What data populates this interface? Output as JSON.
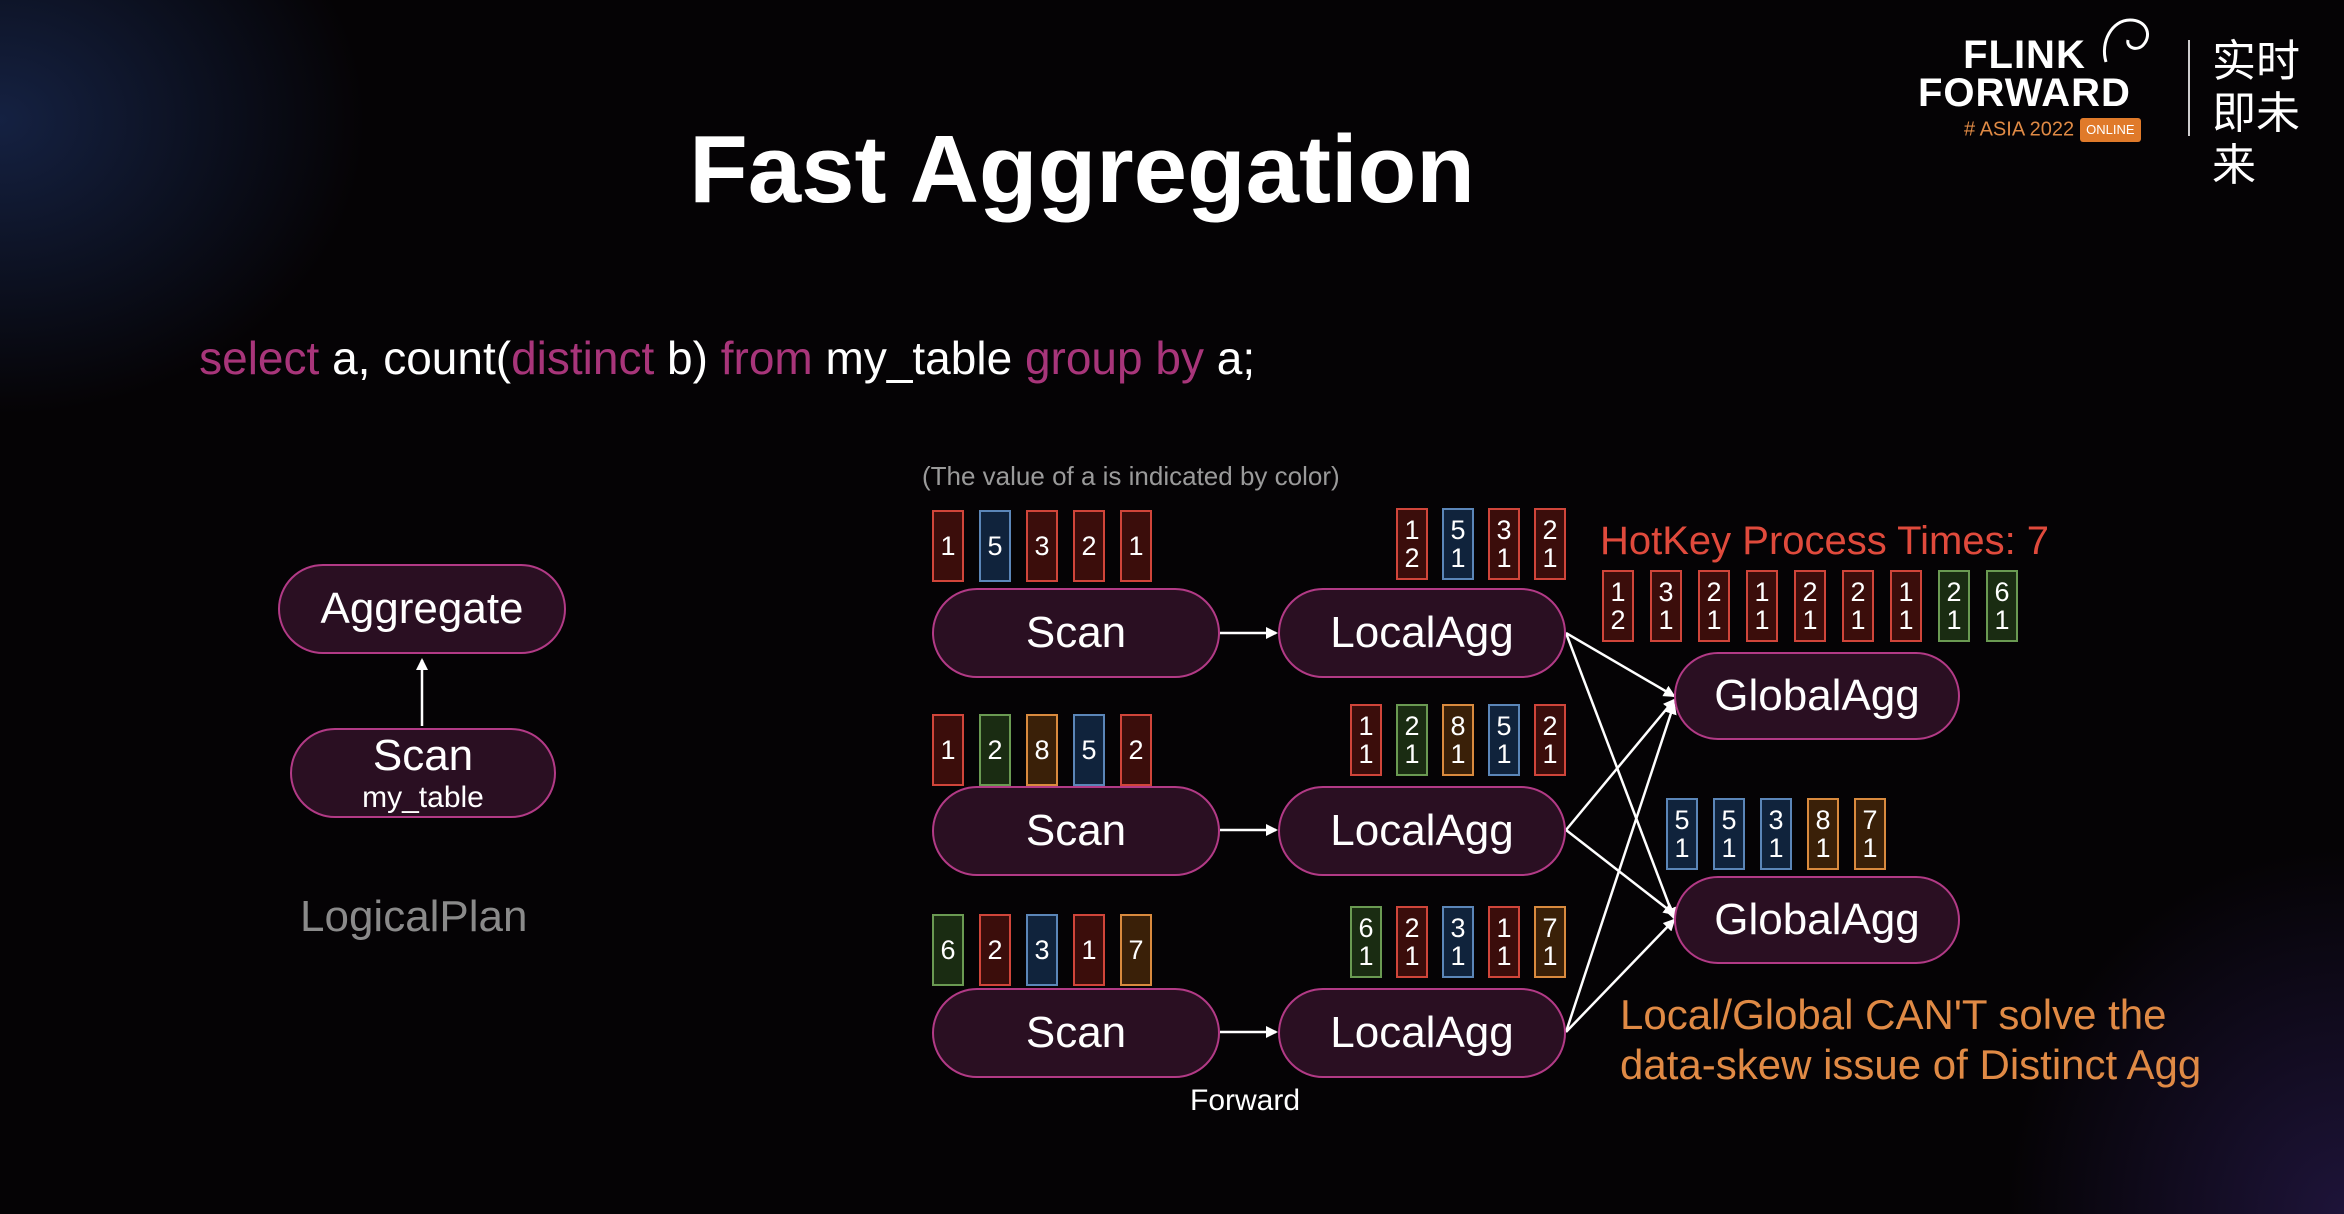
{
  "title": "Fast Aggregation",
  "sql": [
    {
      "t": "select",
      "kw": true
    },
    {
      "t": " a, count(",
      "kw": false
    },
    {
      "t": "distinct",
      "kw": true
    },
    {
      "t": " b) ",
      "kw": false
    },
    {
      "t": "from",
      "kw": true
    },
    {
      "t": " my_table ",
      "kw": false
    },
    {
      "t": "group by",
      "kw": true
    },
    {
      "t": " a;",
      "kw": false
    }
  ],
  "note": "(The value of a is indicated by color)",
  "logical": {
    "aggregate": "Aggregate",
    "scan": "Scan",
    "scan_sub": "my_table",
    "caption": "LogicalPlan"
  },
  "physical": {
    "scan_label": "Scan",
    "local_label": "LocalAgg",
    "global_label": "GlobalAgg",
    "forward_label": "Forward"
  },
  "hotkey": "HotKey Process Times: 7",
  "warning_line1": "Local/Global CAN'T solve the",
  "warning_line2": "data-skew issue of Distinct Agg",
  "colors": {
    "red": "#d0453a",
    "blue": "#5b86b8",
    "green": "#6a9a52",
    "orange": "#d98a3e",
    "node_border": "#b23a86",
    "keyword": "#a8357a"
  },
  "scan_inputs": [
    [
      {
        "v": [
          "1"
        ],
        "c": "red"
      },
      {
        "v": [
          "5"
        ],
        "c": "blue"
      },
      {
        "v": [
          "3"
        ],
        "c": "red"
      },
      {
        "v": [
          "2"
        ],
        "c": "red"
      },
      {
        "v": [
          "1"
        ],
        "c": "red"
      }
    ],
    [
      {
        "v": [
          "1"
        ],
        "c": "red"
      },
      {
        "v": [
          "2"
        ],
        "c": "green"
      },
      {
        "v": [
          "8"
        ],
        "c": "orange"
      },
      {
        "v": [
          "5"
        ],
        "c": "blue"
      },
      {
        "v": [
          "2"
        ],
        "c": "red"
      }
    ],
    [
      {
        "v": [
          "6"
        ],
        "c": "green"
      },
      {
        "v": [
          "2"
        ],
        "c": "red"
      },
      {
        "v": [
          "3"
        ],
        "c": "blue"
      },
      {
        "v": [
          "1"
        ],
        "c": "red"
      },
      {
        "v": [
          "7"
        ],
        "c": "orange"
      }
    ]
  ],
  "local_outputs": [
    [
      {
        "v": [
          "1",
          "2"
        ],
        "c": "red"
      },
      {
        "v": [
          "5",
          "1"
        ],
        "c": "blue"
      },
      {
        "v": [
          "3",
          "1"
        ],
        "c": "red"
      },
      {
        "v": [
          "2",
          "1"
        ],
        "c": "red"
      }
    ],
    [
      {
        "v": [
          "1",
          "1"
        ],
        "c": "red"
      },
      {
        "v": [
          "2",
          "1"
        ],
        "c": "green"
      },
      {
        "v": [
          "8",
          "1"
        ],
        "c": "orange"
      },
      {
        "v": [
          "5",
          "1"
        ],
        "c": "blue"
      },
      {
        "v": [
          "2",
          "1"
        ],
        "c": "red"
      }
    ],
    [
      {
        "v": [
          "6",
          "1"
        ],
        "c": "green"
      },
      {
        "v": [
          "2",
          "1"
        ],
        "c": "red"
      },
      {
        "v": [
          "3",
          "1"
        ],
        "c": "blue"
      },
      {
        "v": [
          "1",
          "1"
        ],
        "c": "red"
      },
      {
        "v": [
          "7",
          "1"
        ],
        "c": "orange"
      }
    ]
  ],
  "global_inputs": [
    [
      {
        "v": [
          "1",
          "2"
        ],
        "c": "red"
      },
      {
        "v": [
          "3",
          "1"
        ],
        "c": "red"
      },
      {
        "v": [
          "2",
          "1"
        ],
        "c": "red"
      },
      {
        "v": [
          "1",
          "1"
        ],
        "c": "red"
      },
      {
        "v": [
          "2",
          "1"
        ],
        "c": "red"
      },
      {
        "v": [
          "2",
          "1"
        ],
        "c": "red"
      },
      {
        "v": [
          "1",
          "1"
        ],
        "c": "red"
      },
      {
        "v": [
          "2",
          "1"
        ],
        "c": "green"
      },
      {
        "v": [
          "6",
          "1"
        ],
        "c": "green"
      }
    ],
    [
      {
        "v": [
          "5",
          "1"
        ],
        "c": "blue"
      },
      {
        "v": [
          "5",
          "1"
        ],
        "c": "blue"
      },
      {
        "v": [
          "3",
          "1"
        ],
        "c": "blue"
      },
      {
        "v": [
          "8",
          "1"
        ],
        "c": "orange"
      },
      {
        "v": [
          "7",
          "1"
        ],
        "c": "orange"
      }
    ]
  ],
  "logo": {
    "line1": "FLINK",
    "line2": "FORWARD",
    "asia": "# ASIA 2022",
    "online": "ONLINE",
    "cn": "实时即未来"
  }
}
